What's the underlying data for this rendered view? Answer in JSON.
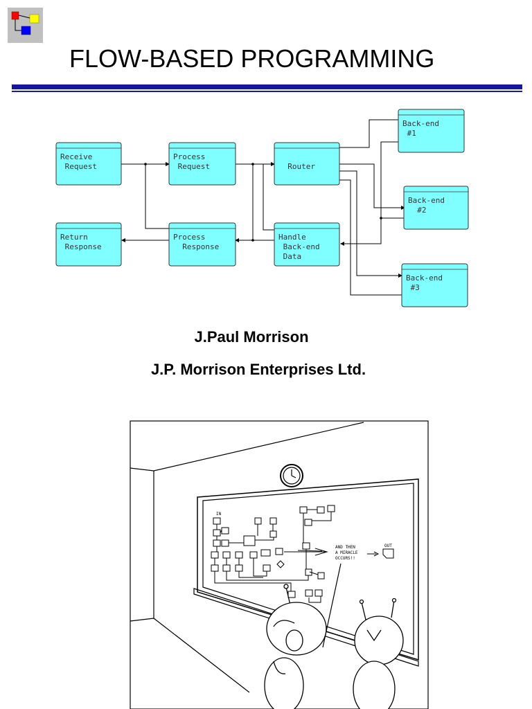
{
  "slide": {
    "title": "FLOW-BASED PROGRAMMING",
    "author_name": "J.Paul Morrison",
    "author_company": "J.P. Morrison Enterprises Ltd."
  },
  "diagram": {
    "nodes": [
      {
        "id": "receive",
        "lines": [
          "Receive",
          " Request"
        ]
      },
      {
        "id": "process_request",
        "lines": [
          "Process",
          " Request"
        ]
      },
      {
        "id": "router",
        "lines": [
          "",
          "  Router"
        ]
      },
      {
        "id": "backend1",
        "lines": [
          "Back-end",
          " #1"
        ]
      },
      {
        "id": "backend2",
        "lines": [
          "Back-end",
          "  #2"
        ]
      },
      {
        "id": "backend3",
        "lines": [
          "Back-end",
          " #3"
        ]
      },
      {
        "id": "return",
        "lines": [
          "Return",
          " Response"
        ]
      },
      {
        "id": "process_response",
        "lines": [
          "Process",
          "  Response"
        ]
      },
      {
        "id": "handle",
        "lines": [
          "Handle",
          " Back-end",
          " Data"
        ]
      }
    ]
  },
  "cartoon": {
    "board_text_1": "AND THEN",
    "board_text_2": "A MIRACLE",
    "board_text_3": "OCCURS!!",
    "board_text_in": "IN",
    "board_text_out": "OUT"
  },
  "colors": {
    "logo_red": "#ff0000",
    "logo_yellow": "#ffff00",
    "logo_blue": "#0000ff",
    "logo_bg": "#c0c0c0",
    "rule": "#17179a",
    "node_fill": "#7fffff",
    "node_stroke": "#333333"
  },
  "icons": {
    "logo": "flow-logo-icon"
  }
}
